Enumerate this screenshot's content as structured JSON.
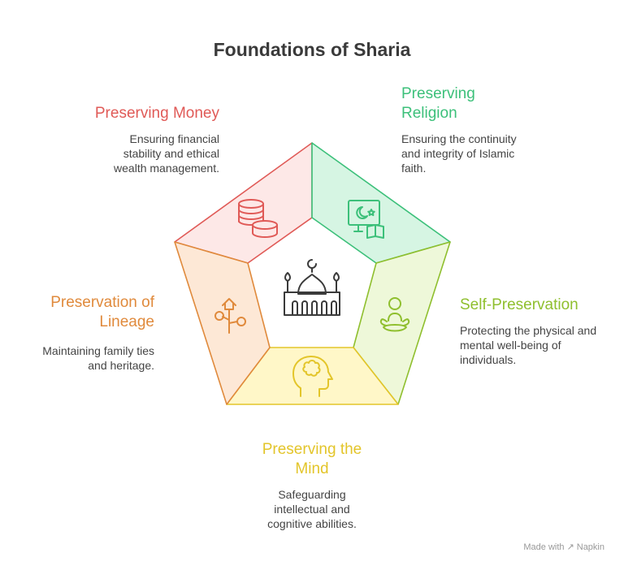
{
  "title": "Foundations of Sharia",
  "colors": {
    "money": "#e05a57",
    "religion": "#3cc07a",
    "self": "#8fbf2e",
    "mind": "#e3c52a",
    "lineage": "#e08a3c"
  },
  "segments": {
    "money": {
      "heading": "Preserving Money",
      "description": "Ensuring financial stability and ethical wealth management.",
      "icon": "coins-icon"
    },
    "religion": {
      "heading": "Preserving Religion",
      "description": "Ensuring the continuity and integrity of Islamic faith.",
      "icon": "crescent-book-icon"
    },
    "self": {
      "heading": "Self-Preservation",
      "description": "Protecting the physical and mental well-being of individuals.",
      "icon": "meditating-person-icon"
    },
    "mind": {
      "heading": "Preserving the Mind",
      "description": "Safeguarding intellectual and cognitive abilities.",
      "icon": "head-brain-icon"
    },
    "lineage": {
      "heading": "Preservation of Lineage",
      "description": "Maintaining family ties and heritage.",
      "icon": "family-tree-icon"
    }
  },
  "center_icon": "mosque-icon",
  "footer": {
    "made_with": "Made with",
    "brand": "Napkin"
  }
}
